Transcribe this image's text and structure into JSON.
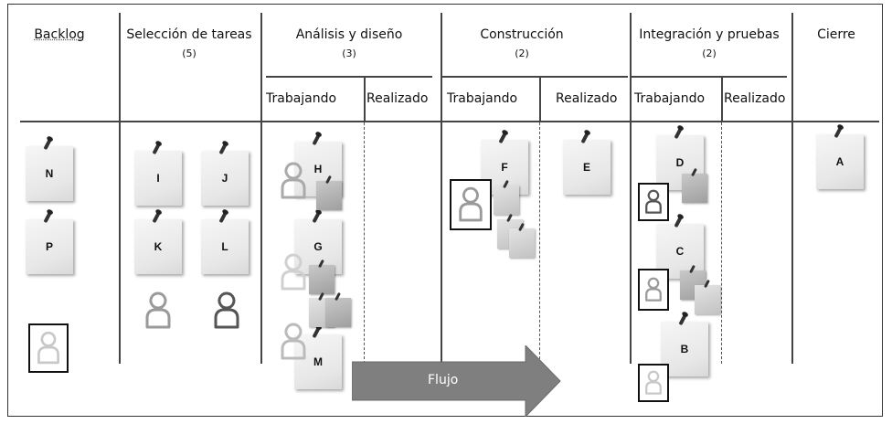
{
  "columns": {
    "backlog": {
      "title": "Backlog"
    },
    "seleccion": {
      "title": "Selección de tareas",
      "limit": "(5)"
    },
    "analisis": {
      "title": "Análisis y diseño",
      "limit": "(3)",
      "working": "Trabajando",
      "done": "Realizado"
    },
    "construccion": {
      "title": "Construcción",
      "limit": "(2)",
      "working": "Trabajando",
      "done": "Realizado"
    },
    "integracion": {
      "title": "Integración y pruebas",
      "limit": "(2)",
      "working": "Trabajando",
      "done": "Realizado"
    },
    "cierre": {
      "title": "Cierre"
    }
  },
  "notes": {
    "backlog": [
      "N",
      "P"
    ],
    "seleccion": [
      "I",
      "J",
      "K",
      "L"
    ],
    "analisis_trabajando": [
      "H",
      "G",
      "M"
    ],
    "construccion_trabajando": [
      "F"
    ],
    "construccion_realizado": [
      "E"
    ],
    "integracion_trabajando": [
      "D",
      "C",
      "B"
    ],
    "cierre": [
      "A"
    ]
  },
  "flow_arrow": {
    "label": "Flujo"
  },
  "colors": {
    "arrow": "#7f7f7f",
    "note": "#ececec",
    "small_note": "#b0b0b0",
    "person_light": "#c8c8c8",
    "person_mid": "#9a9a9a",
    "person_dark": "#555555"
  },
  "icons": [
    "pushpin-icon",
    "person-icon"
  ]
}
